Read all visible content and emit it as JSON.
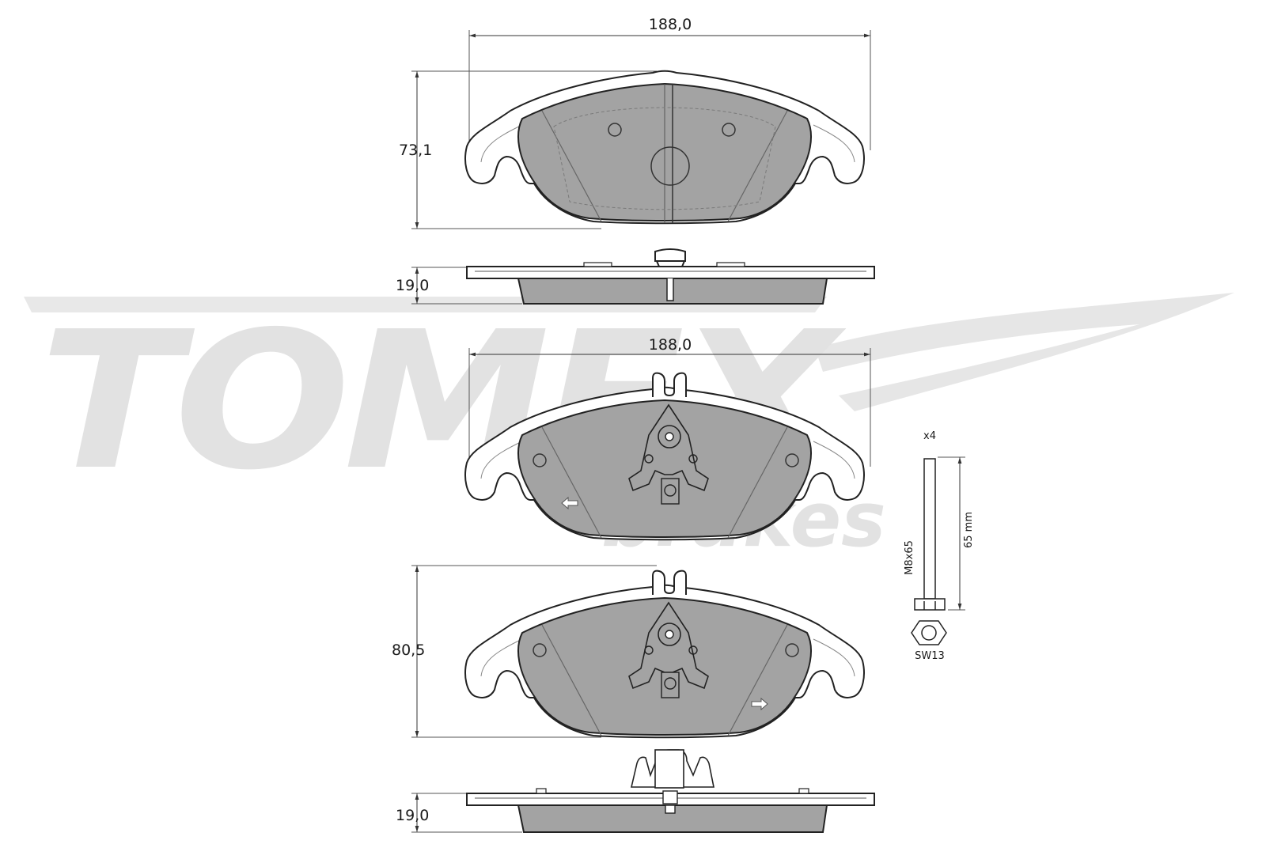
{
  "watermark": {
    "brand": "TOMEX",
    "sub": "brakes"
  },
  "dimensions": {
    "top_width": "188,0",
    "top_height": "73,1",
    "top_thickness": "19,0",
    "bottom_width": "188,0",
    "bottom_height": "80,5",
    "bottom_thickness": "19,0"
  },
  "bolt": {
    "quantity": "x4",
    "thread": "M8x65",
    "length": "65 mm",
    "wrench": "SW13"
  }
}
